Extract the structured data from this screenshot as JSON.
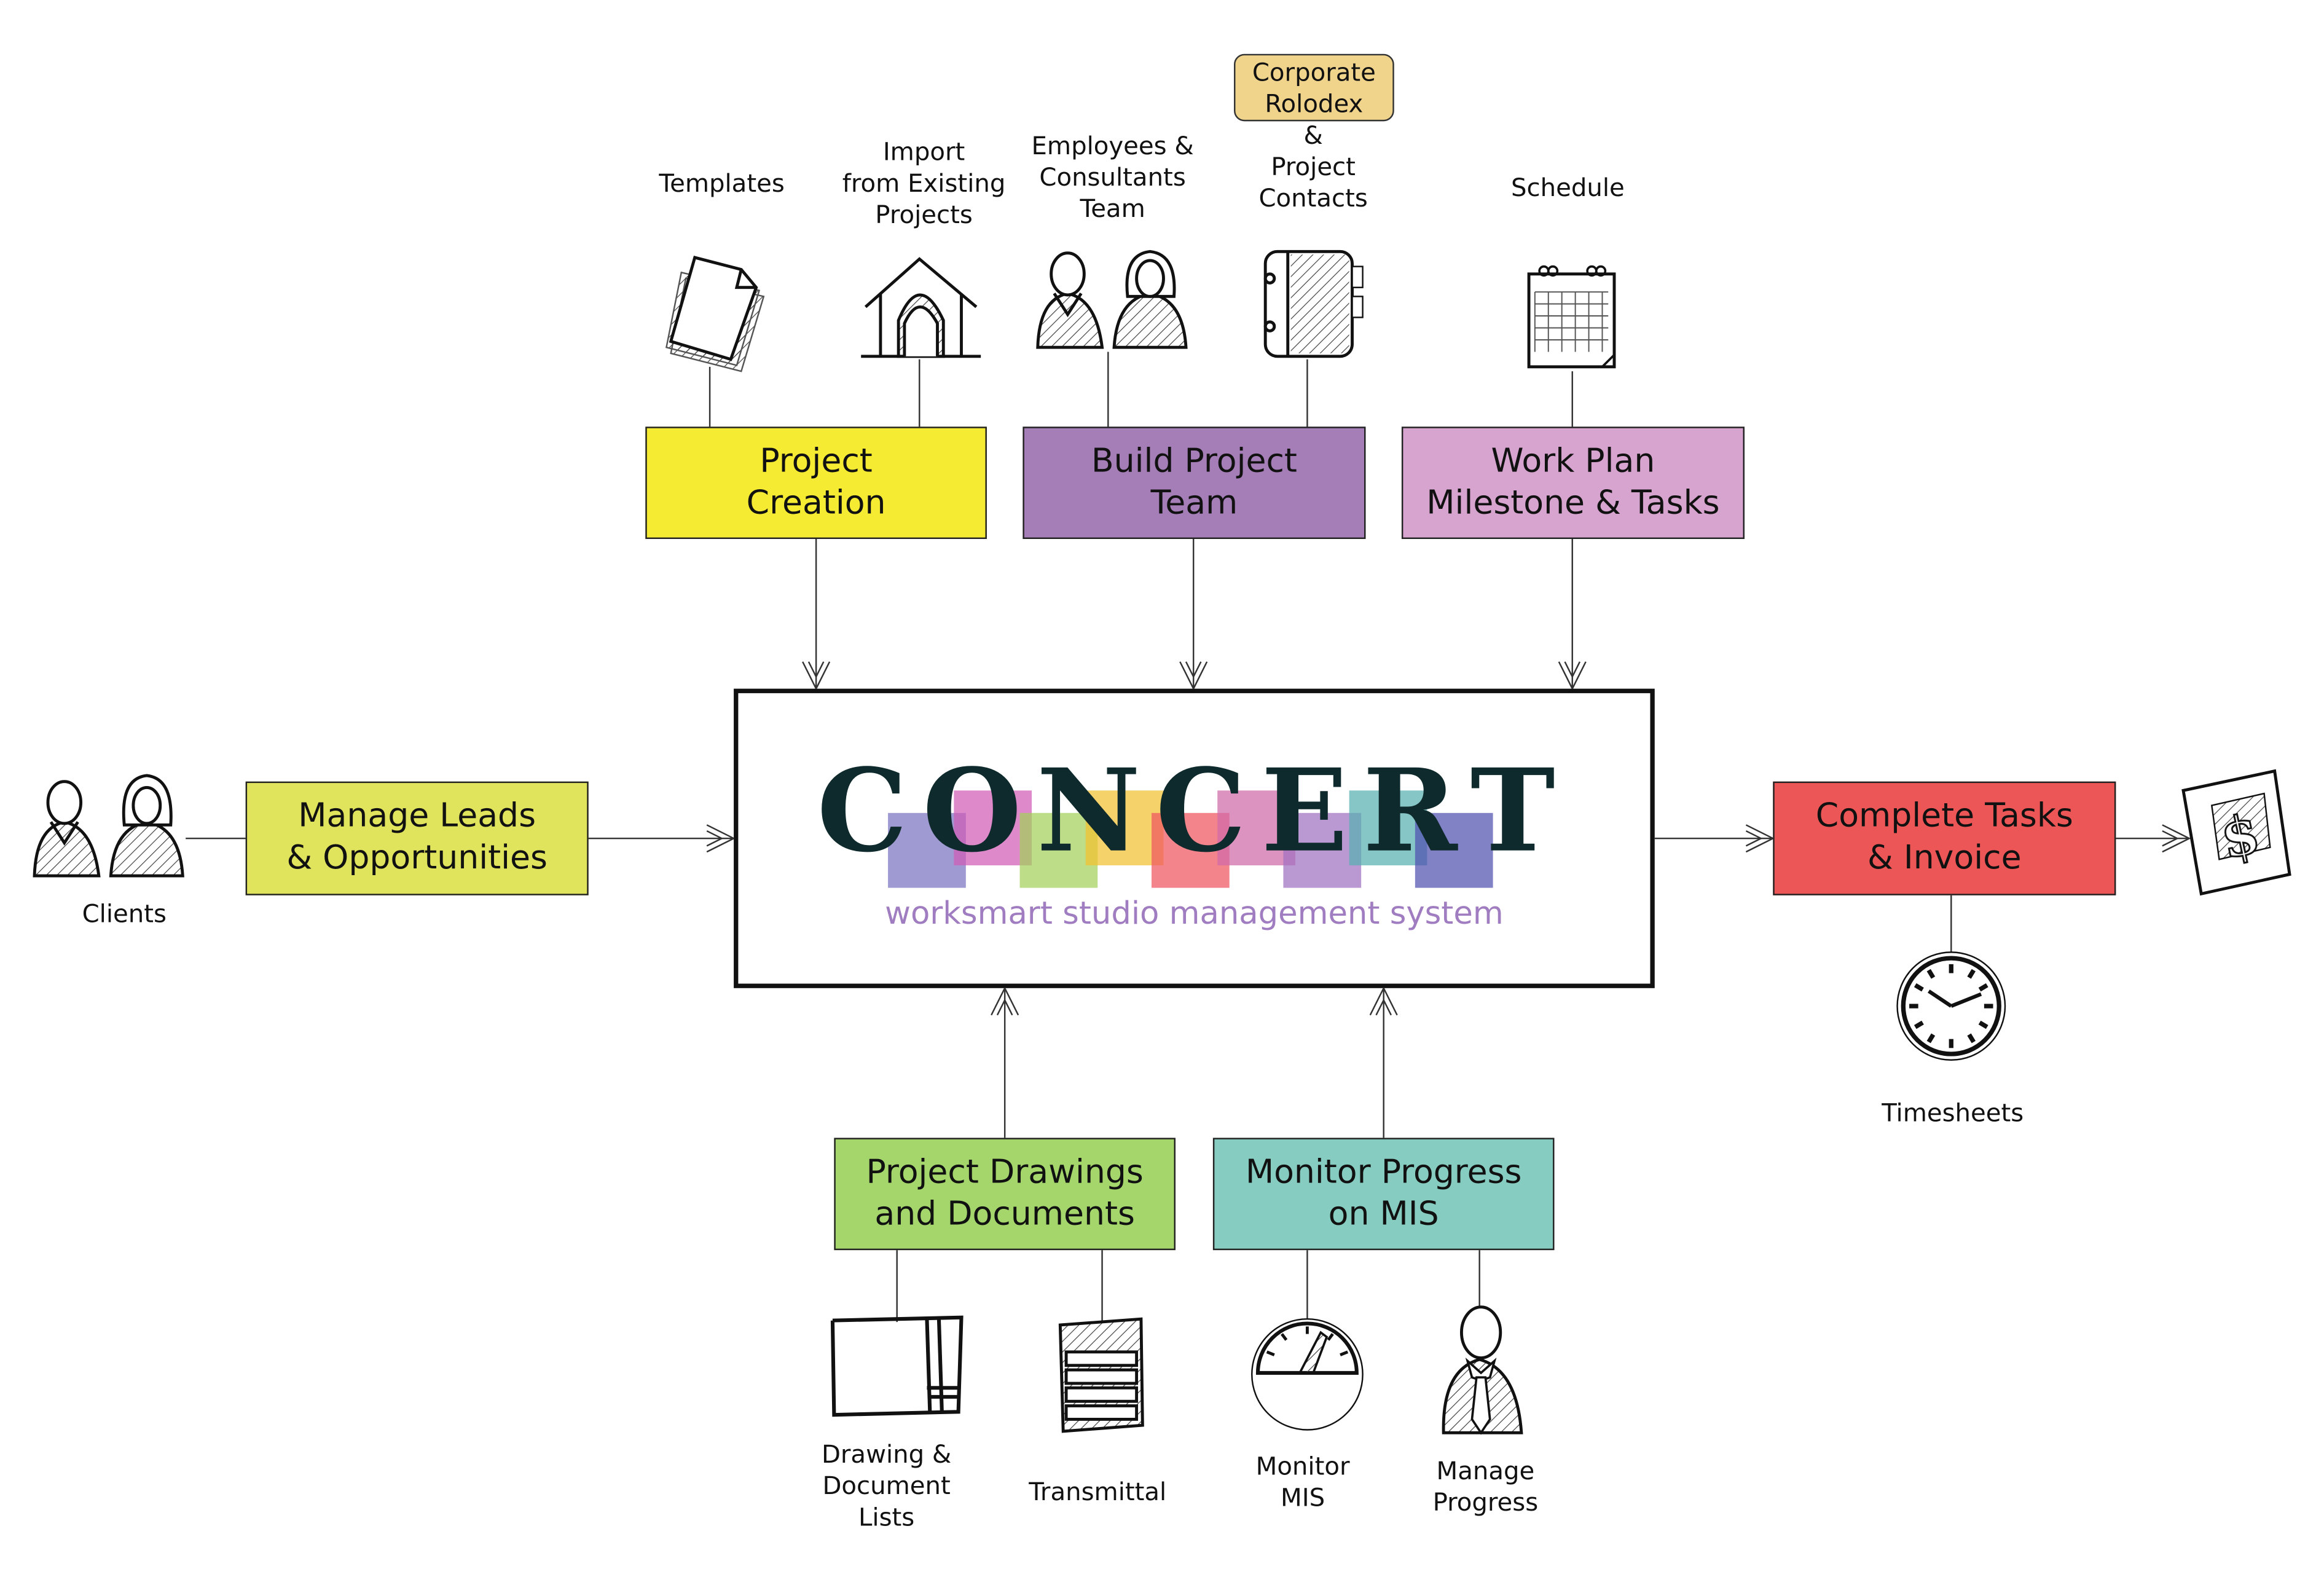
{
  "center": {
    "logo_text": "CONCERT",
    "tagline": "worksmart studio management system",
    "tile_colors": [
      "#7a74c0",
      "#d05cb6",
      "#a4d05a",
      "#f2c030",
      "#ee5560",
      "#d06aa8",
      "#a070c0",
      "#58b0b0",
      "#5050b0"
    ]
  },
  "boxes": {
    "project_creation": {
      "label": "Project\nCreation",
      "color": "#f5eb33"
    },
    "build_team": {
      "label": "Build Project\nTeam",
      "color": "#a57eb8"
    },
    "work_plan": {
      "label": "Work Plan\nMilestone & Tasks",
      "color": "#d7a4cf"
    },
    "manage_leads": {
      "label": "Manage Leads\n& Opportunities",
      "color": "#e0e35c"
    },
    "complete_tasks": {
      "label": "Complete Tasks\n& Invoice",
      "color": "#ec5656"
    },
    "drawings": {
      "label": "Project Drawings\nand Documents",
      "color": "#a4d66c"
    },
    "monitor": {
      "label": "Monitor Progress\non MIS",
      "color": "#86ccc0"
    }
  },
  "labels": {
    "templates": "Templates",
    "import": "Import\nfrom Existing\nProjects",
    "employees": "Employees &\nConsultants\nTeam",
    "rolodex": "Corporate\nRolodex",
    "project_contacts": "&\nProject\nContacts",
    "schedule": "Schedule",
    "clients": "Clients",
    "timesheets": "Timesheets",
    "drawing_lists": "Drawing &\nDocument\nLists",
    "transmittal": "Transmittal",
    "monitor_mis": "Monitor\nMIS",
    "manage_progress": "Manage\nProgress"
  },
  "icons": [
    "templates-icon",
    "house-icon",
    "team-icon",
    "rolodex-icon",
    "calendar-icon",
    "clients-icon",
    "invoice-dollar-icon",
    "clock-icon",
    "drawing-icon",
    "transmittal-icon",
    "gauge-icon",
    "manager-icon"
  ]
}
